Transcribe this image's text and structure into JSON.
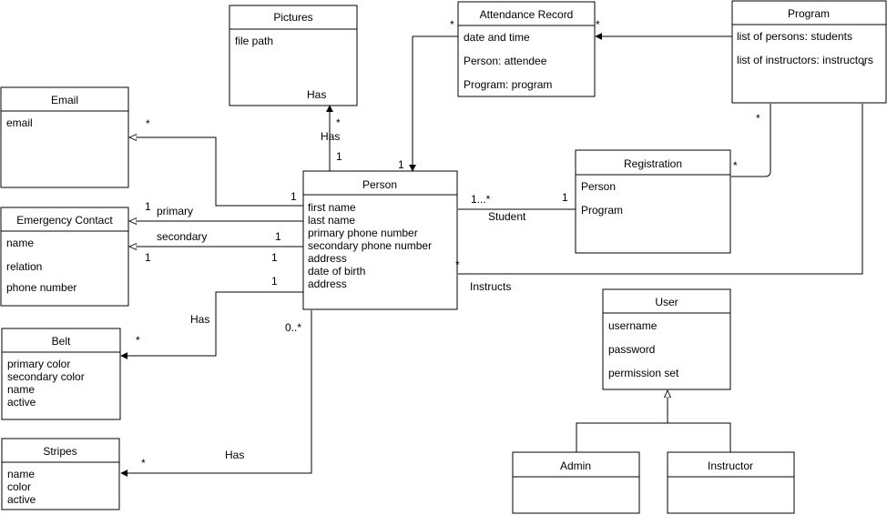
{
  "classes": {
    "pictures": {
      "title": "Pictures",
      "attrs": [
        "file path"
      ],
      "inner_label": "Has"
    },
    "attendance": {
      "title": "Attendance Record",
      "attrs": [
        "date and time",
        "Person: attendee",
        "Program: program"
      ]
    },
    "program": {
      "title": "Program",
      "attrs": [
        "list of persons: students",
        "list of instructors: instructors"
      ]
    },
    "email": {
      "title": "Email",
      "attrs": [
        "email"
      ]
    },
    "emergency": {
      "title": "Emergency Contact",
      "attrs": [
        "name",
        "relation",
        "phone number"
      ]
    },
    "person": {
      "title": "Person",
      "attrs": [
        "first name",
        "last name",
        "primary phone number",
        "secondary phone number",
        "address",
        "date of birth",
        "address"
      ]
    },
    "registration": {
      "title": "Registration",
      "attrs": [
        "Person",
        "Program"
      ]
    },
    "user": {
      "title": "User",
      "attrs": [
        "username",
        "password",
        "permission set"
      ]
    },
    "belt": {
      "title": "Belt",
      "attrs": [
        "primary color",
        "secondary color",
        "name",
        "active"
      ]
    },
    "stripes": {
      "title": "Stripes",
      "attrs": [
        "name",
        "color",
        "active"
      ]
    },
    "admin": {
      "title": "Admin",
      "attrs": []
    },
    "instructor": {
      "title": "Instructor",
      "attrs": []
    }
  },
  "labels": {
    "pictures_has": "Has",
    "pictures_star": "*",
    "pictures_one": "1",
    "person_top_one": "1",
    "attendance_star_left": "*",
    "attendance_star_right": "*",
    "email_star": "*",
    "email_one": "1",
    "primary": "primary",
    "primary_one": "1",
    "secondary": "secondary",
    "secondary_one_right": "1",
    "emergency_one": "1",
    "emergency_one_b": "1",
    "belt_one": "1",
    "belt_has": "Has",
    "belt_star": "*",
    "zero_star": "0..*",
    "stripes_has": "Has",
    "stripes_star": "*",
    "student_mult": "1...*",
    "student": "Student",
    "registration_one": "1",
    "registration_star": "*",
    "program_star": "*",
    "program_star_b": "*",
    "instructs_star": "*",
    "instructs": "Instructs"
  }
}
